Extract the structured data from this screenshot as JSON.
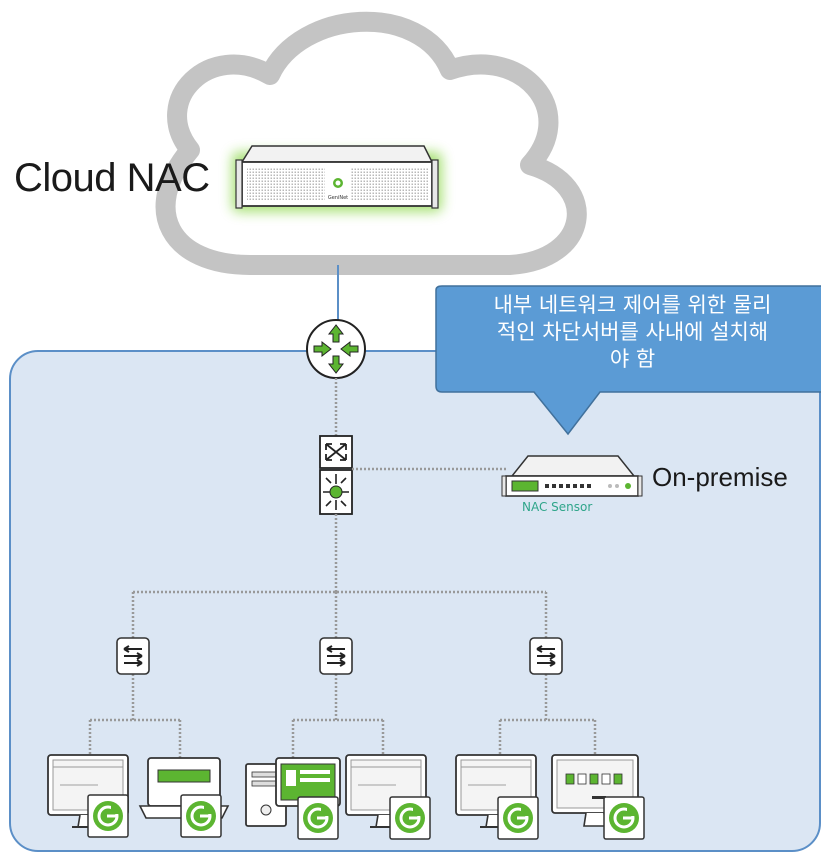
{
  "labels": {
    "cloud": "Cloud NAC",
    "on_premise": "On-premise",
    "sensor": "NAC Sensor",
    "vendor": "GeniNet"
  },
  "callout": {
    "line1": "내부 네트워크 제어를 위한 물리",
    "line2": "적인 차단서버를 사내에 설치해",
    "line3": "야 함"
  },
  "colors": {
    "network_zone_fill": "#dbe6f3",
    "network_zone_border": "#5b8fc7",
    "callout_fill": "#5b9bd5",
    "cloud_stroke": "#bfbfbf",
    "brand_green": "#5cb531",
    "server_glow": "#7ad12f",
    "sensor_caption": "#2fa58a"
  },
  "icons": {
    "router": "router-icon",
    "core_switch": "core-switch-icon",
    "access_switch": "access-switch-icon",
    "endpoint": "desktop-pc-icon",
    "agent_badge": "geninet-agent-icon"
  }
}
